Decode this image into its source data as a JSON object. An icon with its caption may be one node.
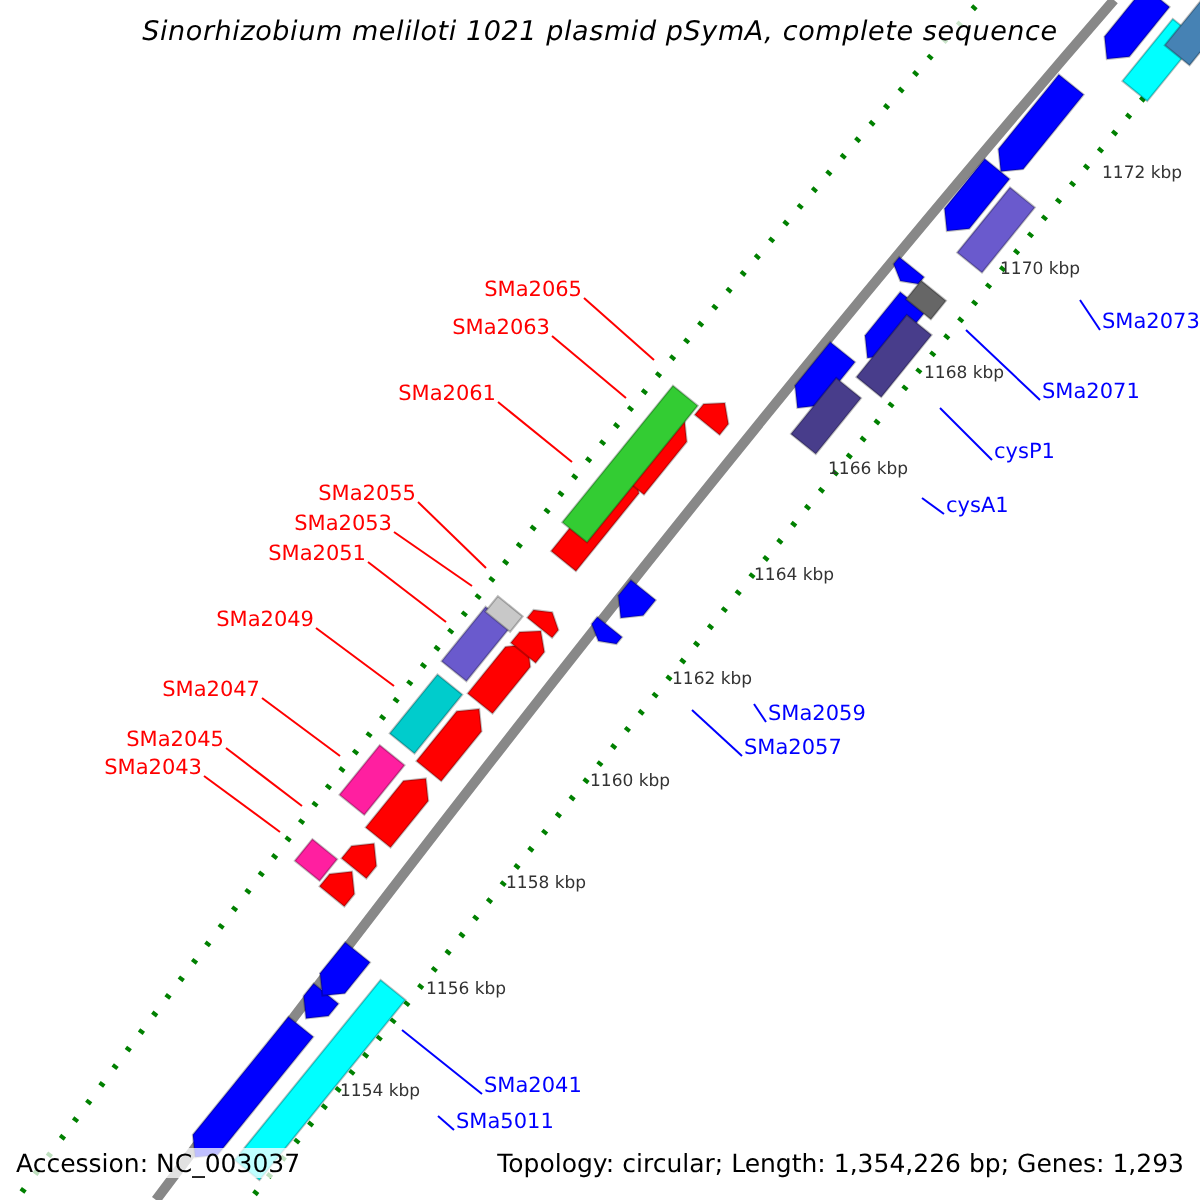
{
  "diagram": {
    "title": "Sinorhizobium meliloti 1021 plasmid pSymA, complete sequence",
    "nodes": [
      {
        "text": [
          "SMa2065"
        ]
      },
      {
        "text": [
          "SMa2063"
        ]
      },
      {
        "text": [
          "SMa2061"
        ]
      },
      {
        "text": [
          "SMa2055"
        ]
      },
      {
        "text": [
          "SMa2053"
        ]
      },
      {
        "text": [
          "SMa2051"
        ]
      },
      {
        "text": [
          "SMa2049"
        ]
      },
      {
        "text": [
          "SMa2047"
        ]
      },
      {
        "text": [
          "SMa2045"
        ]
      },
      {
        "text": [
          "SMa2043"
        ]
      },
      {
        "text": [
          "SMa2073"
        ]
      },
      {
        "text": [
          "SMa2071"
        ]
      },
      {
        "text": [
          "cysP1"
        ]
      },
      {
        "text": [
          "cysA1"
        ]
      },
      {
        "text": [
          "SMa2059"
        ]
      },
      {
        "text": [
          "SMa2057"
        ]
      },
      {
        "text": [
          "SMa2041"
        ]
      },
      {
        "text": [
          "SMa5011"
        ]
      }
    ],
    "edges": [
      {
        "from": 0,
        "to": null,
        "arrow": "none"
      },
      {
        "from": 1,
        "to": null,
        "arrow": "none"
      },
      {
        "from": 2,
        "to": null,
        "arrow": "none"
      },
      {
        "from": 3,
        "to": null,
        "arrow": "none"
      },
      {
        "from": 4,
        "to": null,
        "arrow": "none"
      },
      {
        "from": 5,
        "to": null,
        "arrow": "none"
      },
      {
        "from": 6,
        "to": null,
        "arrow": "none"
      },
      {
        "from": 7,
        "to": null,
        "arrow": "none"
      },
      {
        "from": 8,
        "to": null,
        "arrow": "none"
      },
      {
        "from": 9,
        "to": null,
        "arrow": "none"
      },
      {
        "from": 10,
        "to": null,
        "arrow": "none",
        "color": "#0000ff"
      },
      {
        "from": 11,
        "to": null,
        "arrow": "none",
        "color": "#0000ff"
      },
      {
        "from": 12,
        "to": null,
        "arrow": "none",
        "color": "#0000ff"
      },
      {
        "from": 13,
        "to": null,
        "arrow": "none",
        "color": "#0000ff"
      },
      {
        "from": 14,
        "to": null,
        "arrow": "none",
        "color": "#0000ff"
      },
      {
        "from": 15,
        "to": null,
        "arrow": "none",
        "color": "#0000ff"
      },
      {
        "from": 16,
        "to": null,
        "arrow": "none",
        "color": "#0000ff"
      },
      {
        "from": 17,
        "to": null,
        "arrow": "none",
        "color": "#0000ff"
      }
    ],
    "labels": [
      "1172 kbp",
      "1170 kbp",
      "1168 kbp",
      "1166 kbp",
      "1164 kbp",
      "1162 kbp",
      "1160 kbp",
      "1158 kbp",
      "1156 kbp",
      "1154 kbp",
      "Accession: NC_003037",
      "Topology: circular; Length: 1,354,226 bp; Genes: 1,293"
    ]
  }
}
